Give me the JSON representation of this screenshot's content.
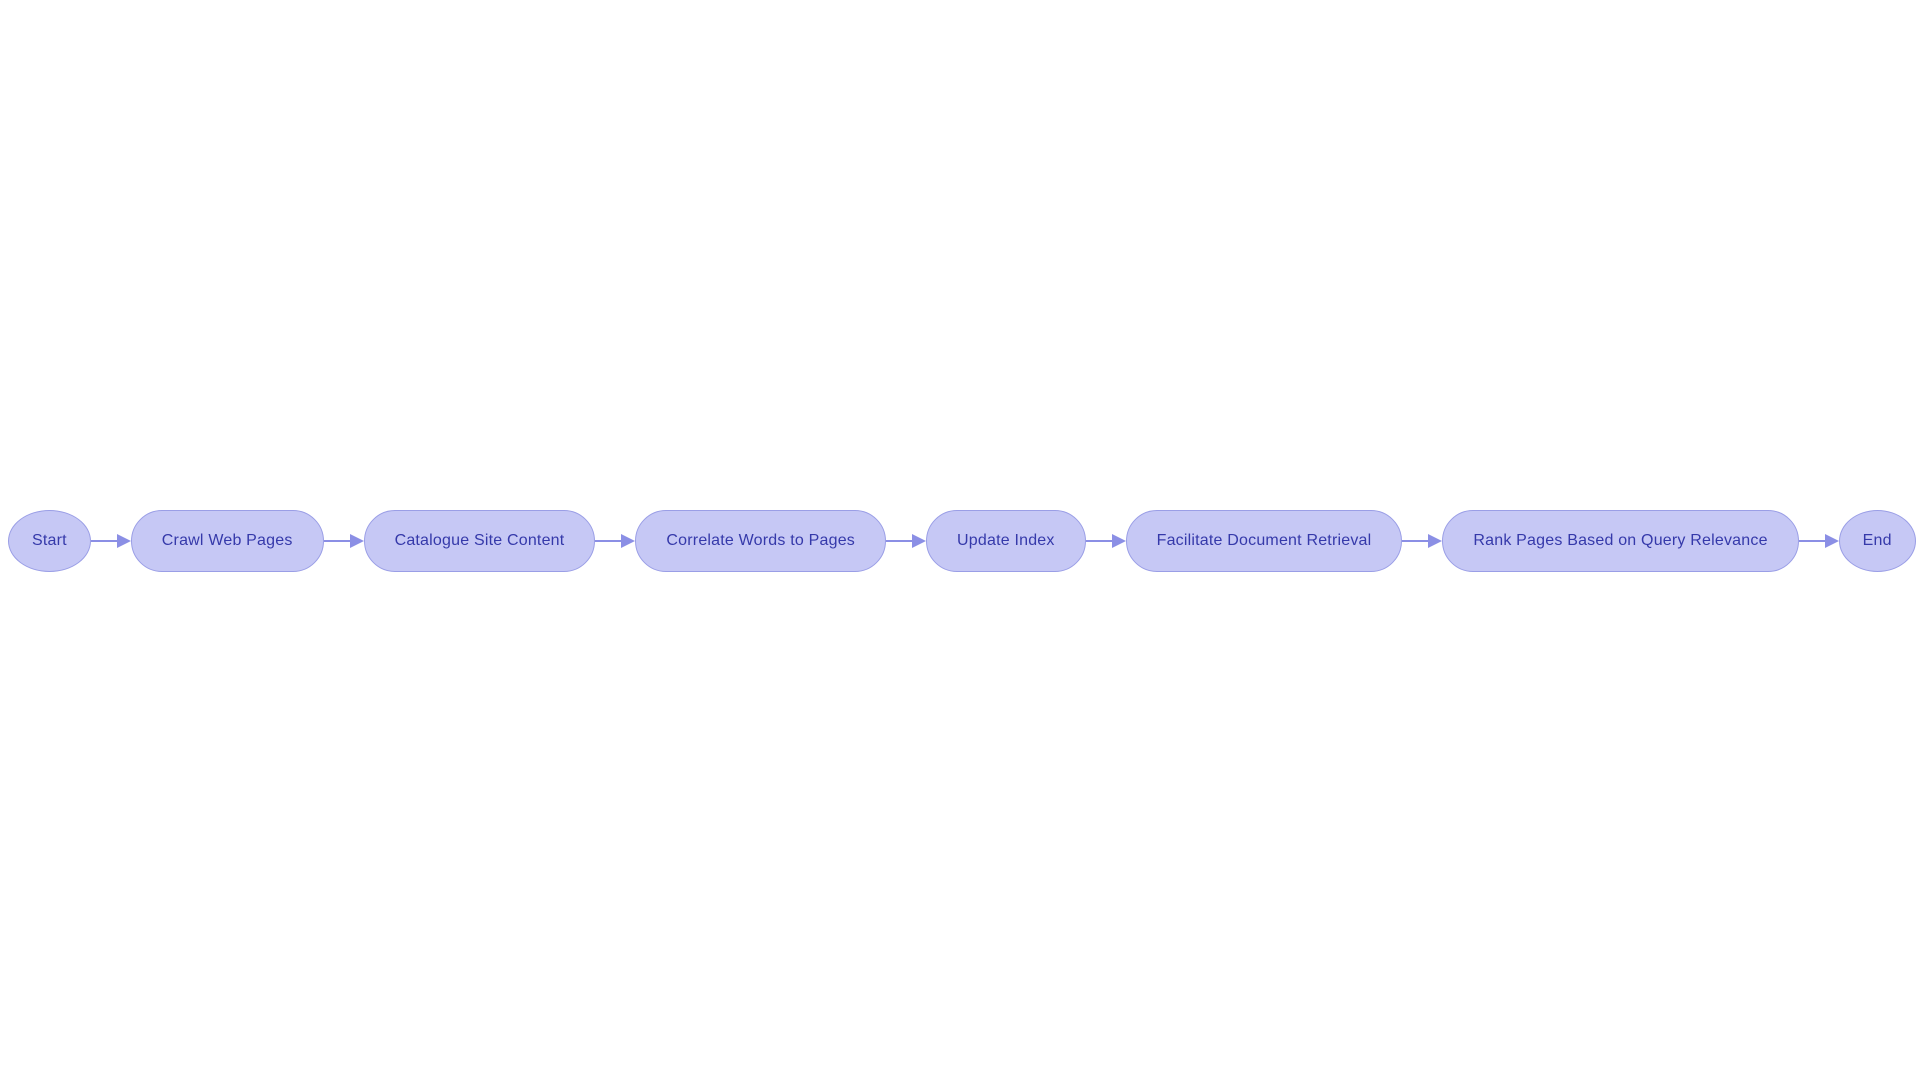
{
  "diagram": {
    "type": "flowchart",
    "direction": "left-to-right",
    "title": "",
    "colors": {
      "background": "#ffffff",
      "node_fill": "#c6c8f5",
      "node_border": "#9a9ee6",
      "text": "#3539aa",
      "arrow": "#8b8fe5"
    },
    "nodes": [
      {
        "id": "start",
        "label": "Start",
        "shape": "ellipse"
      },
      {
        "id": "crawl",
        "label": "Crawl Web Pages",
        "shape": "stadium"
      },
      {
        "id": "catalogue",
        "label": "Catalogue Site Content",
        "shape": "stadium"
      },
      {
        "id": "correlate",
        "label": "Correlate Words to Pages",
        "shape": "stadium"
      },
      {
        "id": "update",
        "label": "Update Index",
        "shape": "stadium"
      },
      {
        "id": "facilitate",
        "label": "Facilitate Document Retrieval",
        "shape": "stadium"
      },
      {
        "id": "rank",
        "label": "Rank Pages Based on Query Relevance",
        "shape": "stadium"
      },
      {
        "id": "end",
        "label": "End",
        "shape": "ellipse"
      }
    ],
    "edges": [
      {
        "from": "start",
        "to": "crawl"
      },
      {
        "from": "crawl",
        "to": "catalogue"
      },
      {
        "from": "catalogue",
        "to": "correlate"
      },
      {
        "from": "correlate",
        "to": "update"
      },
      {
        "from": "update",
        "to": "facilitate"
      },
      {
        "from": "facilitate",
        "to": "rank"
      },
      {
        "from": "rank",
        "to": "end"
      }
    ]
  }
}
